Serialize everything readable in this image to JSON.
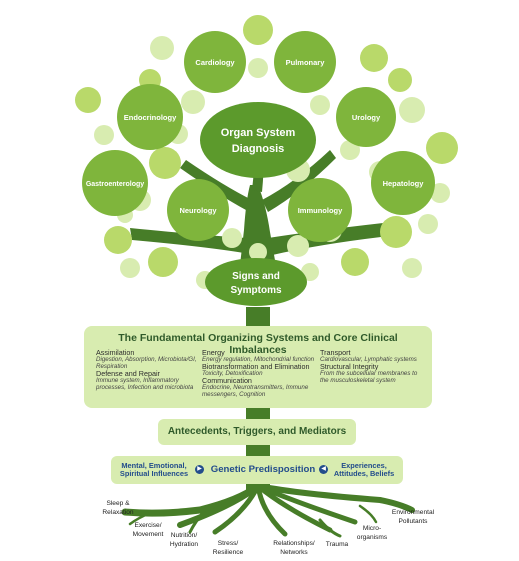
{
  "branches": {
    "cardiology": "Cardiology",
    "pulmonary": "Pulmonary",
    "endocrinology": "Endocrinology",
    "urology": "Urology",
    "gastroenterology": "Gastroenterology",
    "hepatology": "Hepatology",
    "neurology": "Neurology",
    "immunology": "Immunology"
  },
  "diagnosis": {
    "line1": "Organ System",
    "line2": "Diagnosis"
  },
  "signs": {
    "line1": "Signs and",
    "line2": "Symptoms"
  },
  "systems": {
    "title": "The Fundamental Organizing Systems and Core Clinical Imbalances",
    "assimilation": "Assimilation",
    "assimilation_desc1": "Digestion, Absorption, Microbiota/GI,",
    "assimilation_desc2": "Respiration",
    "defense": "Defense and Repair",
    "defense_desc1": "Immune system, Inflammatory",
    "defense_desc2": "processes, Infection and microbiota",
    "energy": "Energy",
    "energy_desc": "Energy regulation, Mitochondrial function",
    "biotransformation": "Biotransformation and Elimination",
    "biotransformation_desc": "Toxicity, Detoxification",
    "communication": "Communication",
    "communication_desc1": "Endocrine, Neurotransmitters, Immune",
    "communication_desc2": "messengers, Cognition",
    "transport": "Transport",
    "transport_desc": "Cardiovascular, Lymphatic systems",
    "structural": "Structural Integrity",
    "structural_desc1": "From the subcellular membranes to",
    "structural_desc2": "the musculoskeletal system"
  },
  "antecedents": "Antecedents, Triggers, and Mediators",
  "genetic": {
    "left1": "Mental, Emotional,",
    "left2": "Spiritual Influences",
    "center": "Genetic Predisposition",
    "right1": "Experiences,",
    "right2": "Attitudes, Beliefs",
    "arrow_glyph": "▶"
  },
  "roots": {
    "sleep1": "Sleep &",
    "sleep2": "Relaxation",
    "exercise1": "Exercise/",
    "exercise2": "Movement",
    "nutrition1": "Nutrition/",
    "nutrition2": "Hydration",
    "stress1": "Stress/",
    "stress2": "Resilience",
    "relationships1": "Relationships/",
    "relationships2": "Networks",
    "trauma": "Trauma",
    "micro1": "Micro-",
    "micro2": "organisms",
    "environmental1": "Environmental",
    "environmental2": "Pollutants"
  },
  "colors": {
    "dark_green": "#5c9a2c",
    "medium_green": "#7fb53c",
    "light_green": "#b9d96a",
    "pale_green": "#d8ecb0",
    "trunk": "#477d28",
    "blue_text": "#234d8c"
  }
}
